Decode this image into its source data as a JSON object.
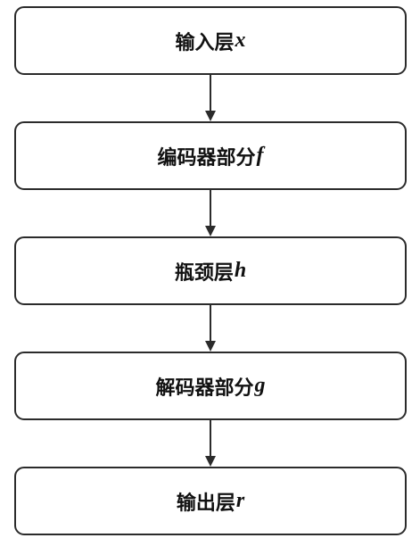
{
  "nodes": [
    {
      "label": "输入层",
      "var": "x"
    },
    {
      "label": "编码器部分",
      "var": "f"
    },
    {
      "label": "瓶颈层",
      "var": "h"
    },
    {
      "label": "解码器部分",
      "var": "g"
    },
    {
      "label": "输出层",
      "var": "r"
    }
  ],
  "colors": {
    "stroke": "#2b2b2b",
    "text": "#111111",
    "background": "#ffffff"
  }
}
